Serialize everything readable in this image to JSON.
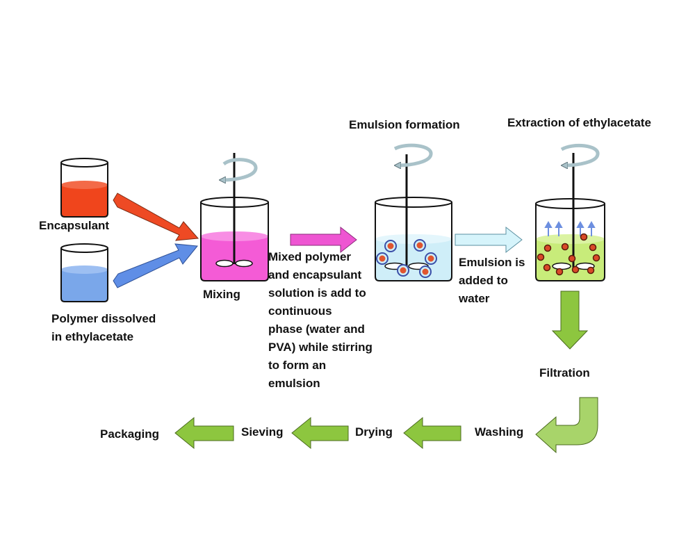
{
  "colors": {
    "encapsulant_liquid": "#f0451c",
    "polymer_liquid": "#7aa7ea",
    "mix_liquid": "#f45bd6",
    "emulsion_liquid": "#cfeef8",
    "extraction_liquid": "#c8ec7a",
    "arrow_red": "#ee4a24",
    "arrow_blue": "#5f8ee6",
    "arrow_magenta": "#ee55d2",
    "arrow_cyan": "#d6f4fb",
    "arrow_green": "#8dc63f",
    "rotation_arrow": "#a9c2c9",
    "droplet": "#e0552f",
    "droplet_ring": "#3a4fa8",
    "vapor_arrow": "#6d8fe0"
  },
  "labels": {
    "encapsulant": "Encapsulant",
    "polymer_dissolved": "Polymer dissolved\nin ethylacetate",
    "mixing": "Mixing",
    "emulsion_formation": "Emulsion formation",
    "extraction": "Extraction of ethylacetate",
    "mixed_description": "Mixed polymer\nand encapsulant\nsolution is add to\ncontinuous\nphase (water and\nPVA) while stirring\nto form an\nemulsion",
    "emulsion_added": "Emulsion is\nadded to\nwater",
    "filtration": "Filtration",
    "washing": "Washing",
    "drying": "Drying",
    "sieving": "Sieving",
    "packaging": "Packaging"
  },
  "icons": [
    "beaker-icon",
    "stirrer-icon",
    "rotation-arrow-icon",
    "process-arrow-icon",
    "vapor-arrow-icon",
    "droplet-icon"
  ]
}
